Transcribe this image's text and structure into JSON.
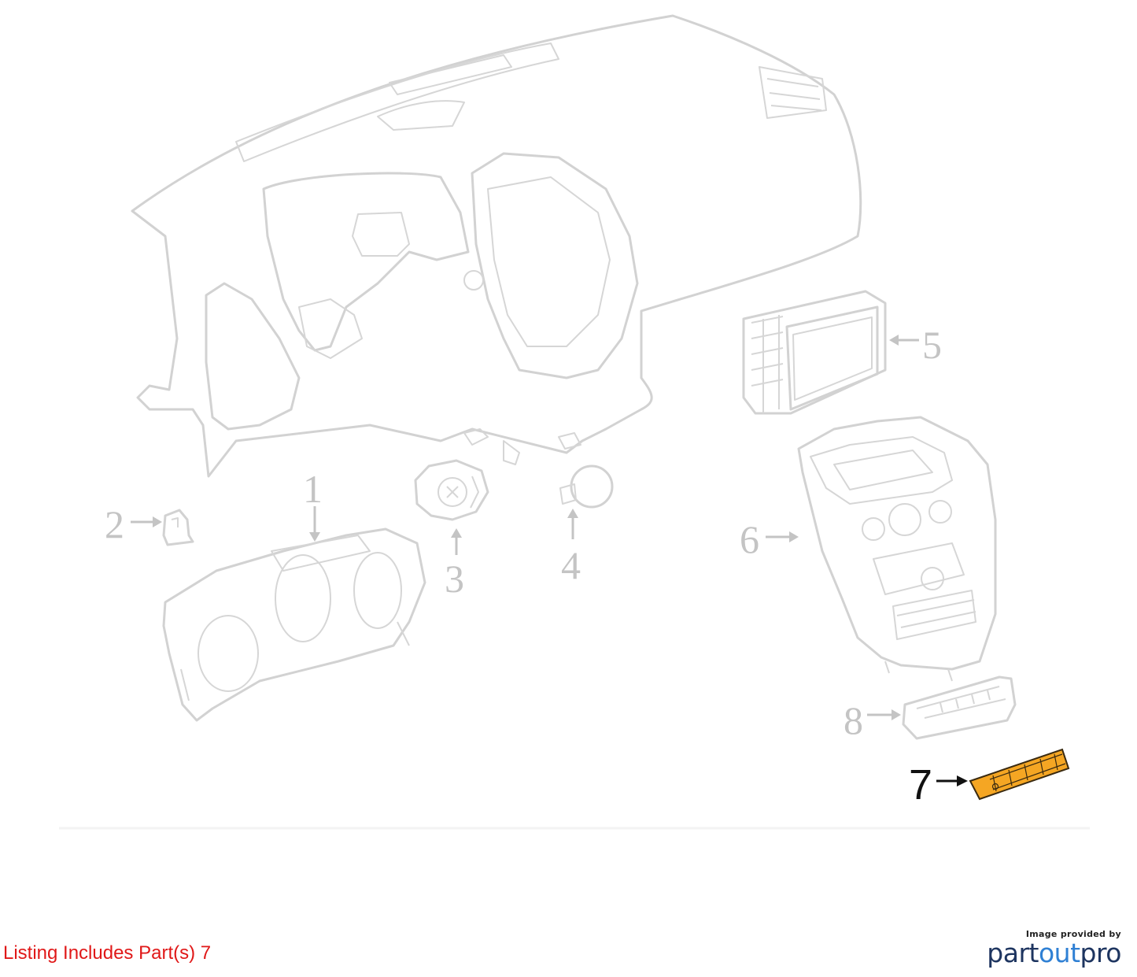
{
  "diagram": {
    "callouts": [
      "1",
      "2",
      "3",
      "4",
      "5",
      "6",
      "7",
      "8"
    ],
    "highlighted_part": "7",
    "colors": {
      "outline": "#d2d2d2",
      "callout_text": "#c4c4c4",
      "highlight_fill": "#f5a623",
      "highlight_stroke": "#3a2a10",
      "highlight_label": "#111111"
    }
  },
  "footer": {
    "listing_note": "Listing Includes Part(s) 7",
    "credit_caption": "Image provided by",
    "credit_logo_part1": "part",
    "credit_logo_part2": "out",
    "credit_logo_part3": "pro"
  }
}
